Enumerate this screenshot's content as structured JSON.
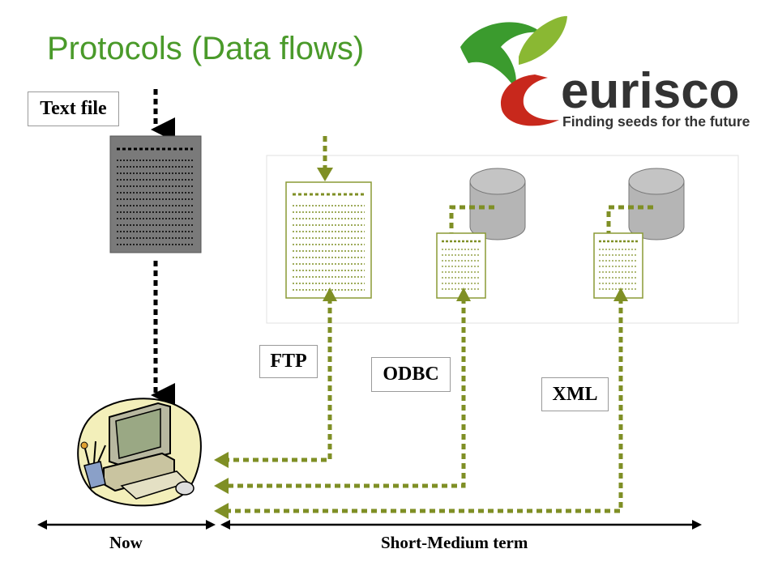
{
  "title": "Protocols (Data flows)",
  "logo": {
    "wordmark": "eurisco",
    "tagline": "Finding seeds for the future",
    "colors": {
      "green": "#3b9b2e",
      "red": "#c8281c",
      "lime": "#8ab833",
      "dark": "#333333"
    }
  },
  "labels": {
    "text_file": "Text file",
    "ftp": "FTP",
    "odbc": "ODBC",
    "xml": "XML"
  },
  "timeline": {
    "now": "Now",
    "short_medium": "Short-Medium term"
  },
  "colors": {
    "flow_arrow": "#7f8f25",
    "doc_border": "#8a9a35",
    "database": "#b5b5b5",
    "text_file_doc": "#7a7a7a",
    "title": "#4a9a2a"
  }
}
